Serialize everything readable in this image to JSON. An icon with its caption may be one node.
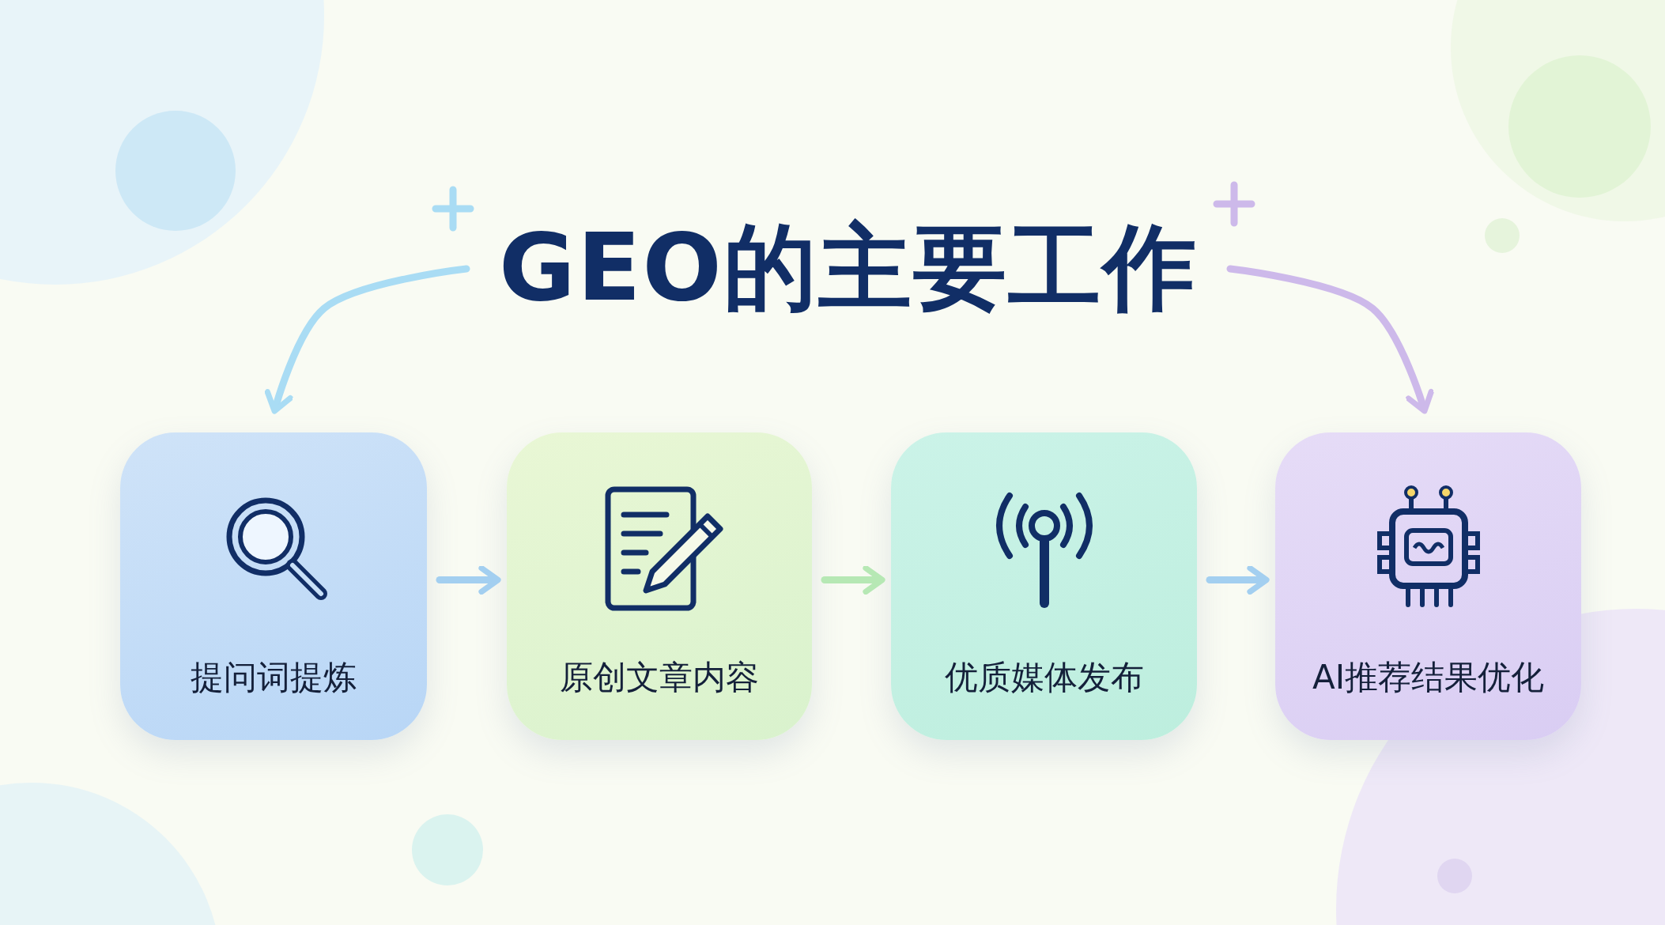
{
  "diagram": {
    "nodes": [
      {
        "text": [
          "GEO的主要工作"
        ]
      },
      {
        "text": [
          "提问词提炼"
        ]
      },
      {
        "text": [
          "原创文章内容"
        ]
      },
      {
        "text": [
          "优质媒体发布"
        ]
      },
      {
        "text": [
          "AI推荐结果优化"
        ]
      }
    ],
    "edges": [
      {
        "from": 0,
        "to": 1,
        "arrow": "to",
        "color": "#a9dcf4"
      },
      {
        "from": 0,
        "to": 4,
        "arrow": "to",
        "color": "#cdb9ea"
      },
      {
        "from": 1,
        "to": 2,
        "arrow": "to",
        "color": "#a3cff0"
      },
      {
        "from": 2,
        "to": 3,
        "arrow": "to",
        "color": "#b6e8b4"
      },
      {
        "from": 3,
        "to": 4,
        "arrow": "to",
        "color": "#a3cff0"
      }
    ]
  }
}
